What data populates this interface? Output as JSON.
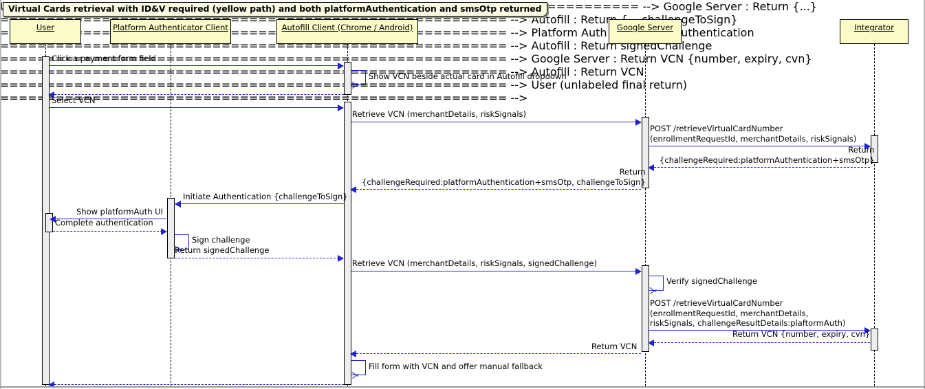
{
  "diagram": {
    "type": "uml-sequence-diagram",
    "title": "Virtual Cards retrieval with ID&V required (yellow path) and both platformAuthentication and smsOtp returned",
    "colors": {
      "participant_fill": "#FBFBC8",
      "title_fill": "#FBFBE3",
      "arrow": "#2222CC",
      "activation_fill": "#EDEDED",
      "border": "#000000"
    },
    "participants": [
      {
        "id": "user",
        "label": "User"
      },
      {
        "id": "platform_auth",
        "label": "Platform Authenticator Client"
      },
      {
        "id": "autofill",
        "label": "Autofill Client (Chrome / Android)"
      },
      {
        "id": "google_server",
        "label": "Google Server"
      },
      {
        "id": "integrator",
        "label": "Integrator"
      }
    ],
    "messages": [
      {
        "n": 1,
        "from": "user",
        "to": "autofill",
        "kind": "call",
        "text": "Click a payment form field"
      },
      {
        "n": 2,
        "from": "autofill",
        "to": "autofill",
        "kind": "self",
        "text": "Show VCN beside actual card in Autofill dropdown"
      },
      {
        "n": 3,
        "from": "autofill",
        "to": "user",
        "kind": "return",
        "text": ""
      },
      {
        "n": 4,
        "from": "user",
        "to": "autofill",
        "kind": "call",
        "text": "Select VCN"
      },
      {
        "n": 5,
        "from": "autofill",
        "to": "google_server",
        "kind": "call",
        "text": "Retrieve VCN (merchantDetails, riskSignals)"
      },
      {
        "n": 6,
        "from": "google_server",
        "to": "integrator",
        "kind": "call",
        "text": "POST /retrieveVirtualCardNumber\n(enrollmentRequestId, merchantDetails, riskSignals)"
      },
      {
        "n": 7,
        "from": "integrator",
        "to": "google_server",
        "kind": "return",
        "text": "Return\n{challengeRequired:platformAuthentication+smsOtp}"
      },
      {
        "n": 8,
        "from": "google_server",
        "to": "autofill",
        "kind": "return",
        "text": "Return\n{challengeRequired:platformAuthentication+smsOtp, challengeToSign}"
      },
      {
        "n": 9,
        "from": "autofill",
        "to": "platform_auth",
        "kind": "call",
        "text": "Initiate Authentication {challengeToSign}"
      },
      {
        "n": 10,
        "from": "platform_auth",
        "to": "user",
        "kind": "call",
        "text": "Show platformAuth UI"
      },
      {
        "n": 11,
        "from": "user",
        "to": "platform_auth",
        "kind": "return",
        "text": "Complete authentication"
      },
      {
        "n": 12,
        "from": "platform_auth",
        "to": "platform_auth",
        "kind": "self",
        "text": "Sign challenge"
      },
      {
        "n": 13,
        "from": "platform_auth",
        "to": "autofill",
        "kind": "return",
        "text": "Return signedChallenge"
      },
      {
        "n": 14,
        "from": "autofill",
        "to": "google_server",
        "kind": "call",
        "text": "Retrieve VCN (merchantDetails, riskSignals, signedChallenge)"
      },
      {
        "n": 15,
        "from": "google_server",
        "to": "google_server",
        "kind": "self",
        "text": "Verify signedChallenge"
      },
      {
        "n": 16,
        "from": "google_server",
        "to": "integrator",
        "kind": "call",
        "text": "POST /retrieveVirtualCardNumber\n(enrollmentRequestId, merchantDetails,\nriskSignals, challengeResultDetails:plaftormAuth)"
      },
      {
        "n": 17,
        "from": "integrator",
        "to": "google_server",
        "kind": "return",
        "text": "Return VCN {number, expiry, cvn}"
      },
      {
        "n": 18,
        "from": "google_server",
        "to": "autofill",
        "kind": "return",
        "text": "Return VCN"
      },
      {
        "n": 19,
        "from": "autofill",
        "to": "autofill",
        "kind": "self",
        "text": "Fill form with VCN and offer manual fallback"
      },
      {
        "n": 20,
        "from": "autofill",
        "to": "user",
        "kind": "return",
        "text": ""
      }
    ]
  }
}
